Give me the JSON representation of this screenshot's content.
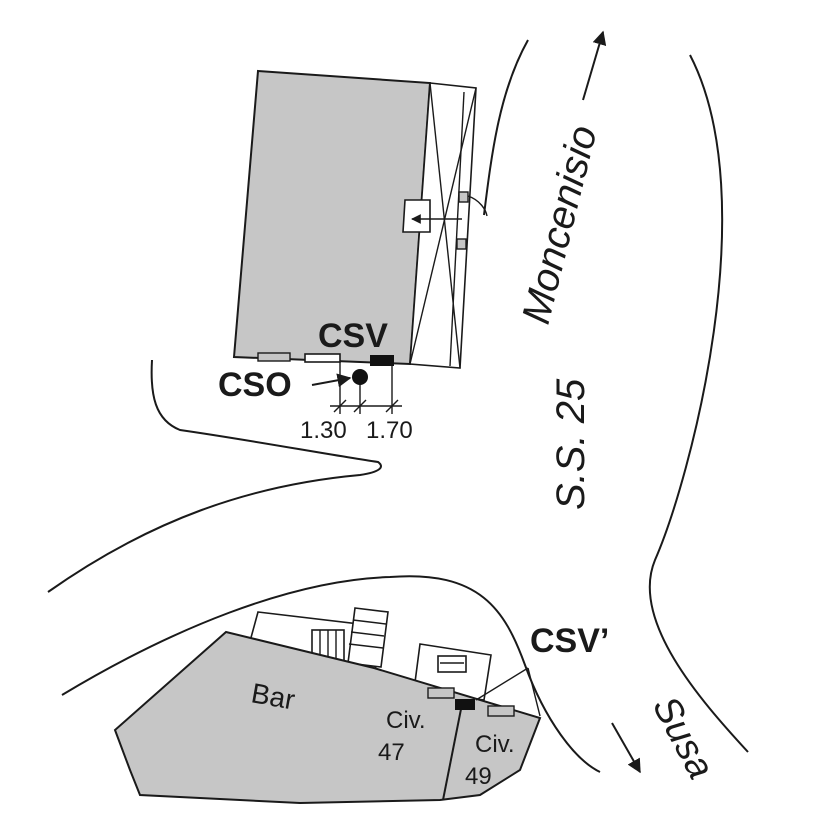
{
  "labels": {
    "road_direction_north": "Moncenisio",
    "road_name": "S.S. 25",
    "road_direction_south": "Susa",
    "csv": "CSV",
    "cso": "CSO",
    "csv_prime": "CSV’",
    "distance_a": "1.30",
    "distance_b": "1.70",
    "bar": "Bar",
    "civ_47_line1": "Civ.",
    "civ_47_line2": "47",
    "civ_49_line1": "Civ.",
    "civ_49_line2": "49"
  },
  "colors": {
    "building_fill": "#c6c6c6",
    "ink": "#1a1a1a",
    "background": "#ffffff"
  }
}
